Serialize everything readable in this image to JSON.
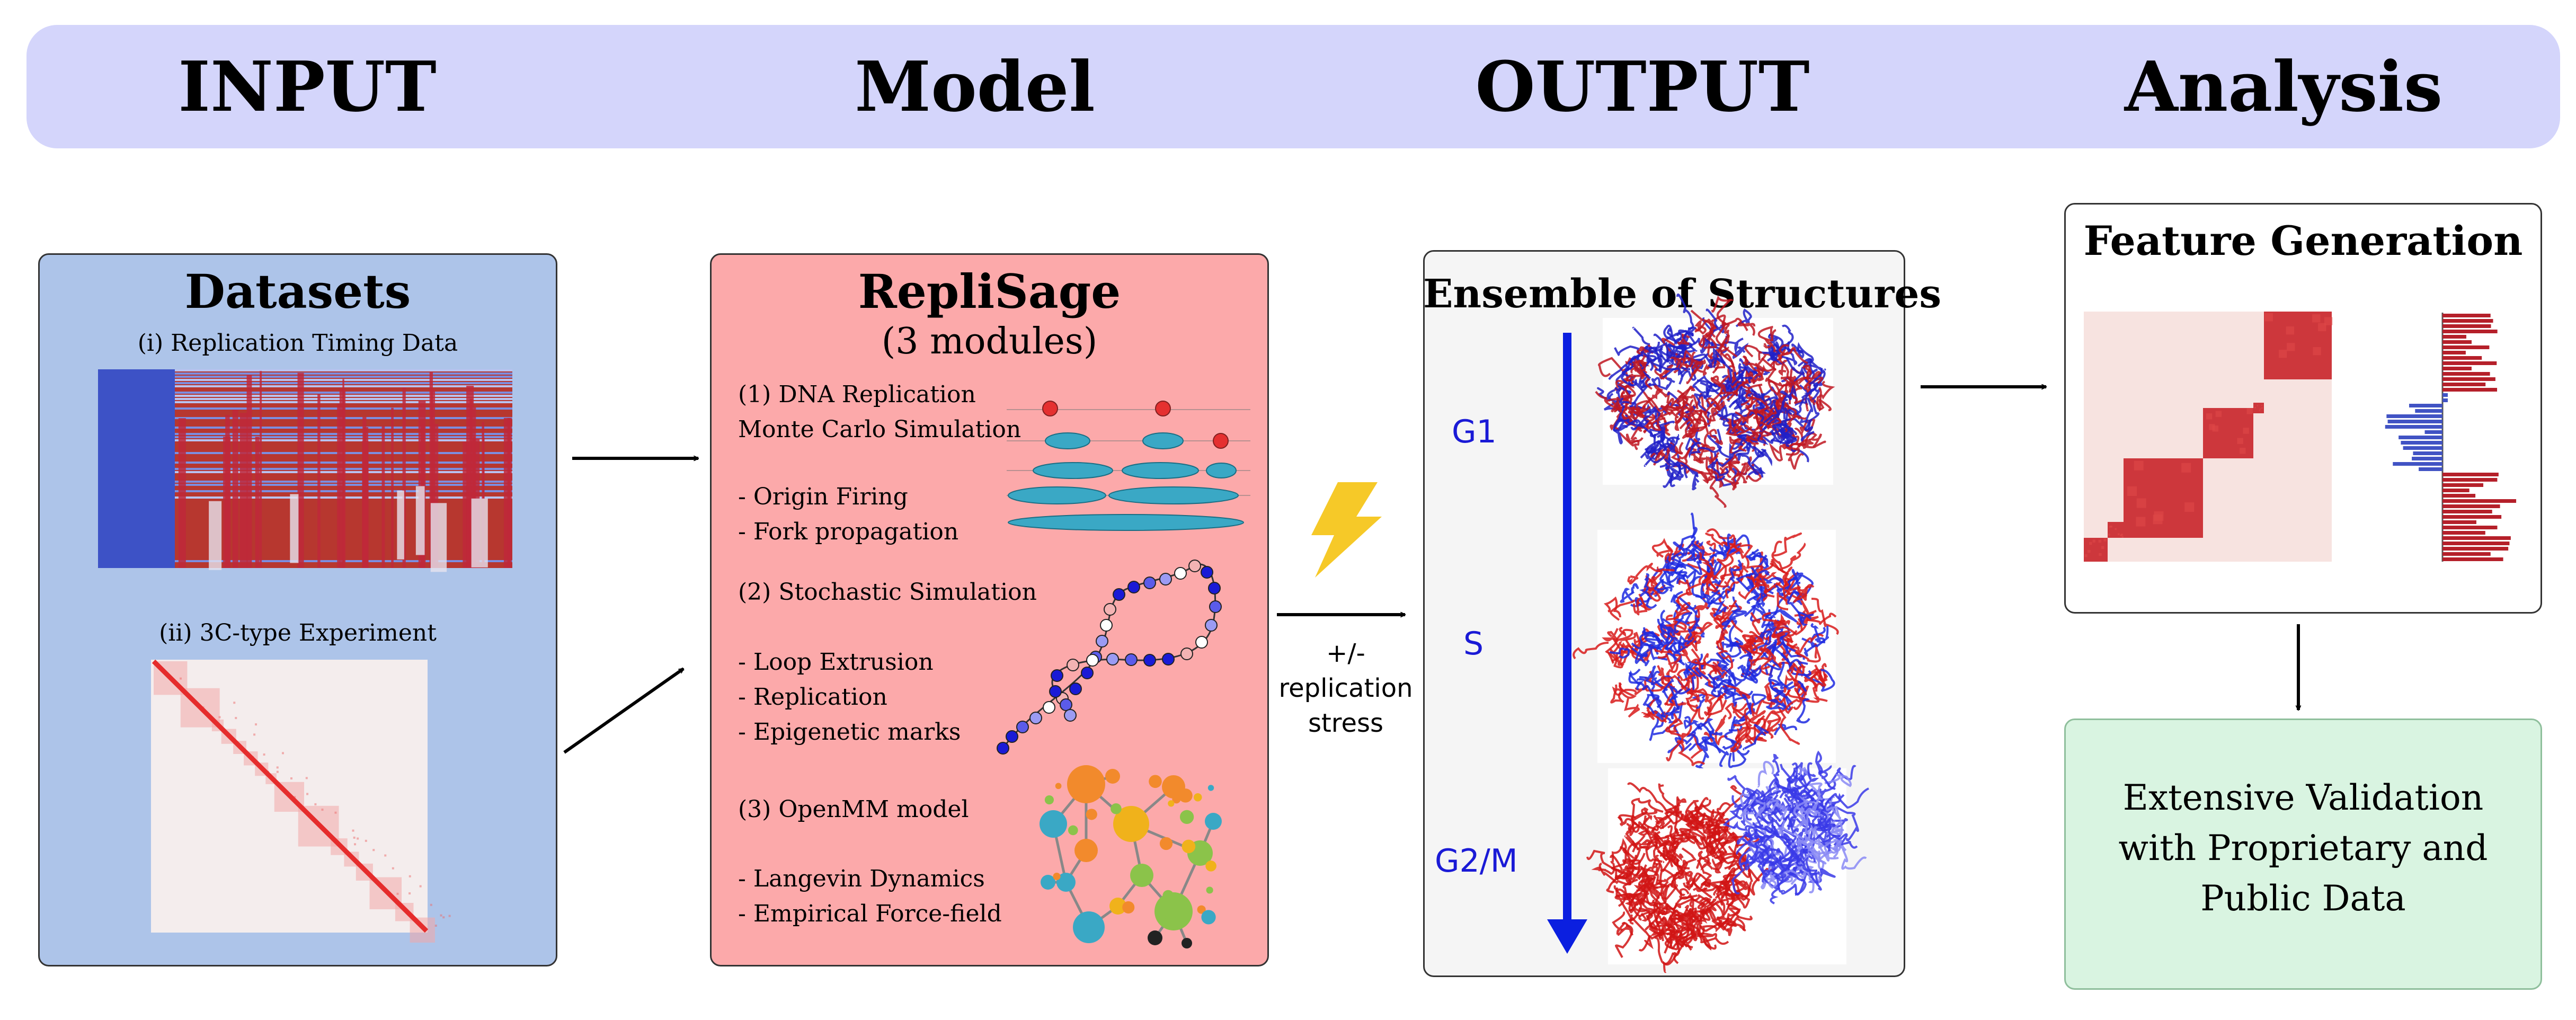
{
  "header": {
    "input": "INPUT",
    "model": "Model",
    "output": "OUTPUT",
    "analysis": "Analysis"
  },
  "datasets": {
    "title": "Datasets",
    "replication_timing_caption": "(i) Replication Timing Data",
    "experiment_caption": "(ii) 3C-type Experiment"
  },
  "replisage": {
    "title": "RepliSage",
    "subtitle": "(3 modules)",
    "module1": {
      "line1": "(1) DNA Replication",
      "line2": "Monte Carlo Simulation",
      "bullets": [
        "- Origin Firing",
        "- Fork propagation"
      ]
    },
    "module2": {
      "line1": "(2) Stochastic Simulation",
      "bullets": [
        "- Loop Extrusion",
        "- Replication",
        "- Epigenetic marks"
      ]
    },
    "module3": {
      "line1": "(3) OpenMM model",
      "bullets": [
        "- Langevin Dynamics",
        "- Empirical Force-field"
      ]
    }
  },
  "stress_label": {
    "line1": "+/-",
    "line2": "replication",
    "line3": "stress"
  },
  "ensemble": {
    "title": "Ensemble of Structures",
    "phases": [
      "G1",
      "S",
      "G2/M"
    ]
  },
  "features": {
    "title": "Feature Generation"
  },
  "validation": {
    "line1": "Extensive Validation",
    "line2": "with Proprietary and",
    "line3": "Public Data"
  },
  "colors": {
    "header_bg": "#d4d5fb",
    "datasets_bg": "#adc4e9",
    "replisage_bg": "#fca9aa",
    "ensemble_bg": "#f5f5f5",
    "validation_bg": "#d9f4e1",
    "phase_text": "#1a1ad6",
    "arrow_blue": "#0b1fe0",
    "lightning": "#f6c928",
    "heat_red": "#c8232a",
    "heat_blue": "#4153c4"
  }
}
